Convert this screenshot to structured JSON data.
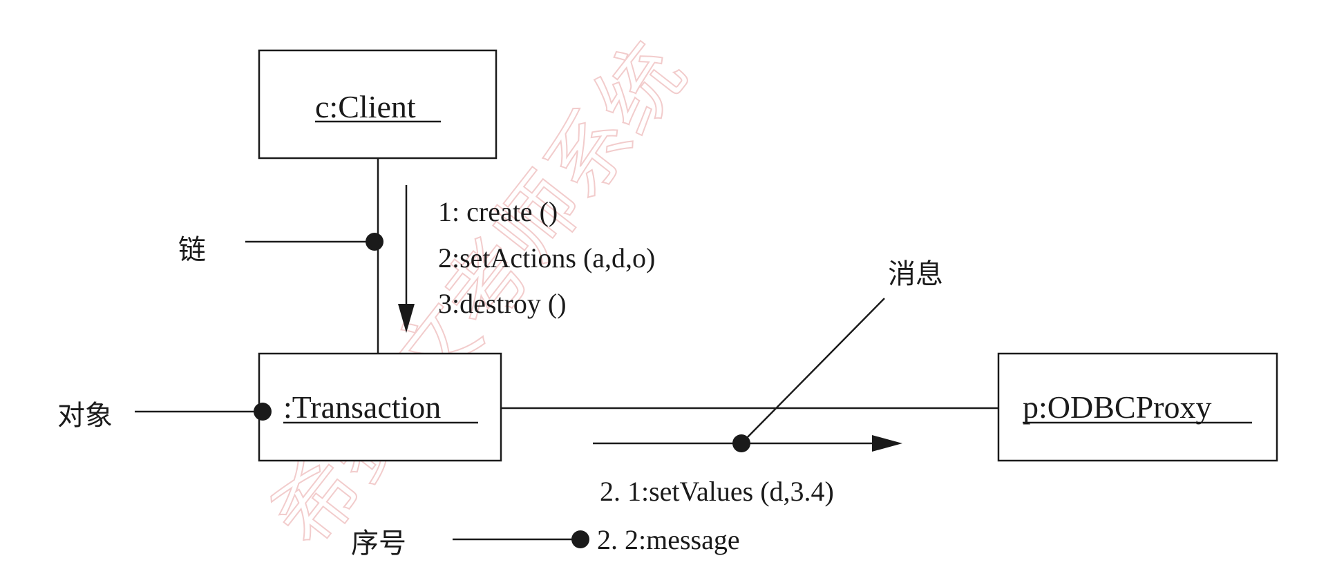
{
  "objects": {
    "client": "c:Client",
    "transaction": ":Transaction",
    "proxy": "p:ODBCProxy"
  },
  "messages": {
    "create": "1: create ()",
    "set_actions": "2:setActions (a,d,o)",
    "destroy": "3:destroy ()",
    "set_values": "2. 1:setValues (d,3.4)",
    "message": "2. 2:message"
  },
  "callouts": {
    "link": "链",
    "object": "对象",
    "message": "消息",
    "sequence": "序号"
  },
  "watermark": {
    "text": "希赛:文考师系统",
    "color": "#e8a3a3"
  }
}
